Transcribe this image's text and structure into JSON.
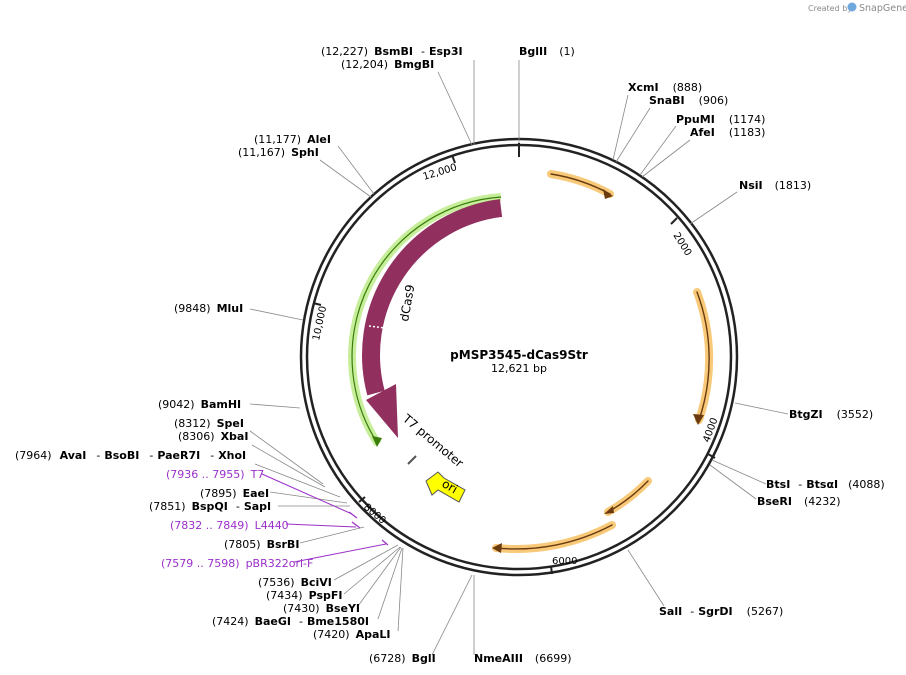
{
  "branding": {
    "created_by": "Created by",
    "app": "SnapGene"
  },
  "plasmid": {
    "name": "pMSP3545-dCas9Str",
    "length": "12,621 bp"
  },
  "ticks": [
    "2000",
    "4000",
    "6000",
    "8000",
    "10,000",
    "12,000"
  ],
  "features": {
    "cas9": "dCas9",
    "t7": "T7 promoter",
    "ori": "ori"
  },
  "sites": [
    {
      "pos": "(12,227)",
      "name": "BsmBI",
      "name2": "Esp3I"
    },
    {
      "pos": "(12,204)",
      "name": "BmgBI"
    },
    {
      "name": "BglII",
      "pos": "(1)"
    },
    {
      "name": "XcmI",
      "pos": "(888)"
    },
    {
      "name": "SnaBI",
      "pos": "(906)"
    },
    {
      "name": "PpuMI",
      "pos": "(1174)"
    },
    {
      "name": "AfeI",
      "pos": "(1183)"
    },
    {
      "name": "NsiI",
      "pos": "(1813)"
    },
    {
      "pos": "(11,177)",
      "name": "AleI"
    },
    {
      "pos": "(11,167)",
      "name": "SphI"
    },
    {
      "pos": "(9848)",
      "name": "MluI"
    },
    {
      "pos": "(9042)",
      "name": "BamHI"
    },
    {
      "name": "BtgZI",
      "pos": "(3552)"
    },
    {
      "pos": "(8312)",
      "name": "SpeI"
    },
    {
      "pos": "(8306)",
      "name": "XbaI"
    },
    {
      "pos": "(7964)",
      "name": "AvaI",
      "name2": "BsoBI",
      "name3": "PaeR7I",
      "name4": "XhoI"
    },
    {
      "name": "BtsI",
      "name2": "BtsαI",
      "pos": "(4088)"
    },
    {
      "name": "BseRI",
      "pos": "(4232)"
    },
    {
      "pos": "(7895)",
      "name": "EaeI"
    },
    {
      "pos": "(7851)",
      "name": "BspQI",
      "name2": "SapI"
    },
    {
      "pos": "(7805)",
      "name": "BsrBI"
    },
    {
      "name": "SalI",
      "name2": "SgrDI",
      "pos": "(5267)"
    },
    {
      "pos": "(7536)",
      "name": "BciVI"
    },
    {
      "pos": "(7434)",
      "name": "PspFI"
    },
    {
      "pos": "(7430)",
      "name": "BseYI"
    },
    {
      "pos": "(7424)",
      "name": "BaeGI",
      "name2": "Bme1580I"
    },
    {
      "pos": "(7420)",
      "name": "ApaLI"
    },
    {
      "pos": "(6728)",
      "name": "BglI"
    },
    {
      "name": "NmeAIII",
      "pos": "(6699)"
    }
  ],
  "primers": [
    {
      "range": "(7936 .. 7955)",
      "name": "T7"
    },
    {
      "range": "(7832 .. 7849)",
      "name": "L4440"
    },
    {
      "range": "(7579 .. 7598)",
      "name": "pBR322ori-F"
    }
  ]
}
